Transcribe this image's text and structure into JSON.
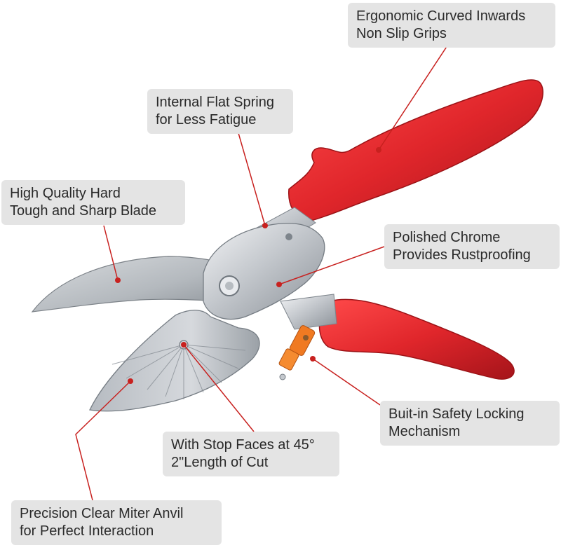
{
  "callouts": {
    "grips": {
      "line1": "Ergonomic Curved Inwards",
      "line2": "Non Slip Grips"
    },
    "spring": {
      "line1": "Internal Flat Spring",
      "line2": "for Less Fatigue"
    },
    "blade": {
      "line1": "High Quality Hard",
      "line2": "Tough and Sharp Blade"
    },
    "chrome": {
      "line1": "Polished Chrome",
      "line2": "Provides Rustproofing"
    },
    "lock": {
      "line1": "Buit-in Safety Locking",
      "line2": "Mechanism"
    },
    "stop": {
      "line1": "With Stop Faces at 45°",
      "line2": "2\"Length of Cut"
    },
    "anvil": {
      "line1": "Precision Clear Miter Anvil",
      "line2": "for Perfect Interaction"
    }
  },
  "colors": {
    "handle_red": "#e0262b",
    "leader_red": "#c8211f",
    "label_bg": "#e4e4e4",
    "steel": "#c9cdd2",
    "lock_orange": "#f07a22"
  }
}
